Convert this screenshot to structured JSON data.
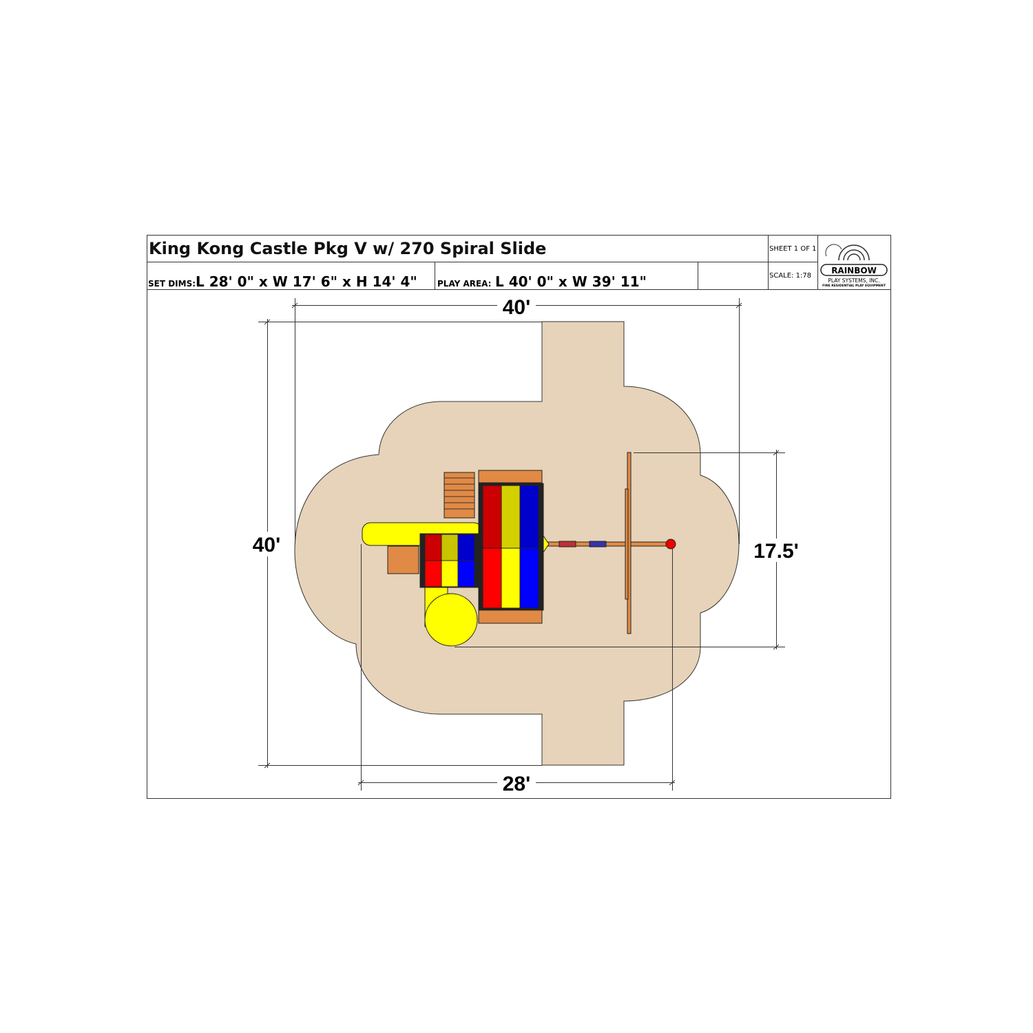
{
  "title_block": {
    "title": "King Kong Castle Pkg V w/ 270 Spiral Slide",
    "set_dims_label": "SET DIMS:",
    "set_dims_value": "L 28' 0\" x W 17' 6\" x H 14' 4\"",
    "play_area_label": "PLAY AREA:",
    "play_area_value": "L 40' 0\" x W 39' 11\"",
    "sheet": "SHEET 1 OF 1",
    "scale": "SCALE: 1:78",
    "logo": {
      "name": "RAINBOW",
      "line2": "PLAY SYSTEMS, INC.",
      "line3": "FINE RESIDENTIAL PLAY EQUIPMENT"
    }
  },
  "dimensions": {
    "play_area_width": "40'",
    "play_area_length": "40'",
    "set_length": "28'",
    "set_width": "17.5'"
  },
  "colors": {
    "play_area": "#e6d3b9",
    "red": "#ff0000",
    "red_dark": "#cc0000",
    "yellow": "#ffff00",
    "yellow_dark": "#d4d000",
    "blue": "#0000ff",
    "blue_dark": "#0000cc",
    "wood": "#e08a45"
  }
}
